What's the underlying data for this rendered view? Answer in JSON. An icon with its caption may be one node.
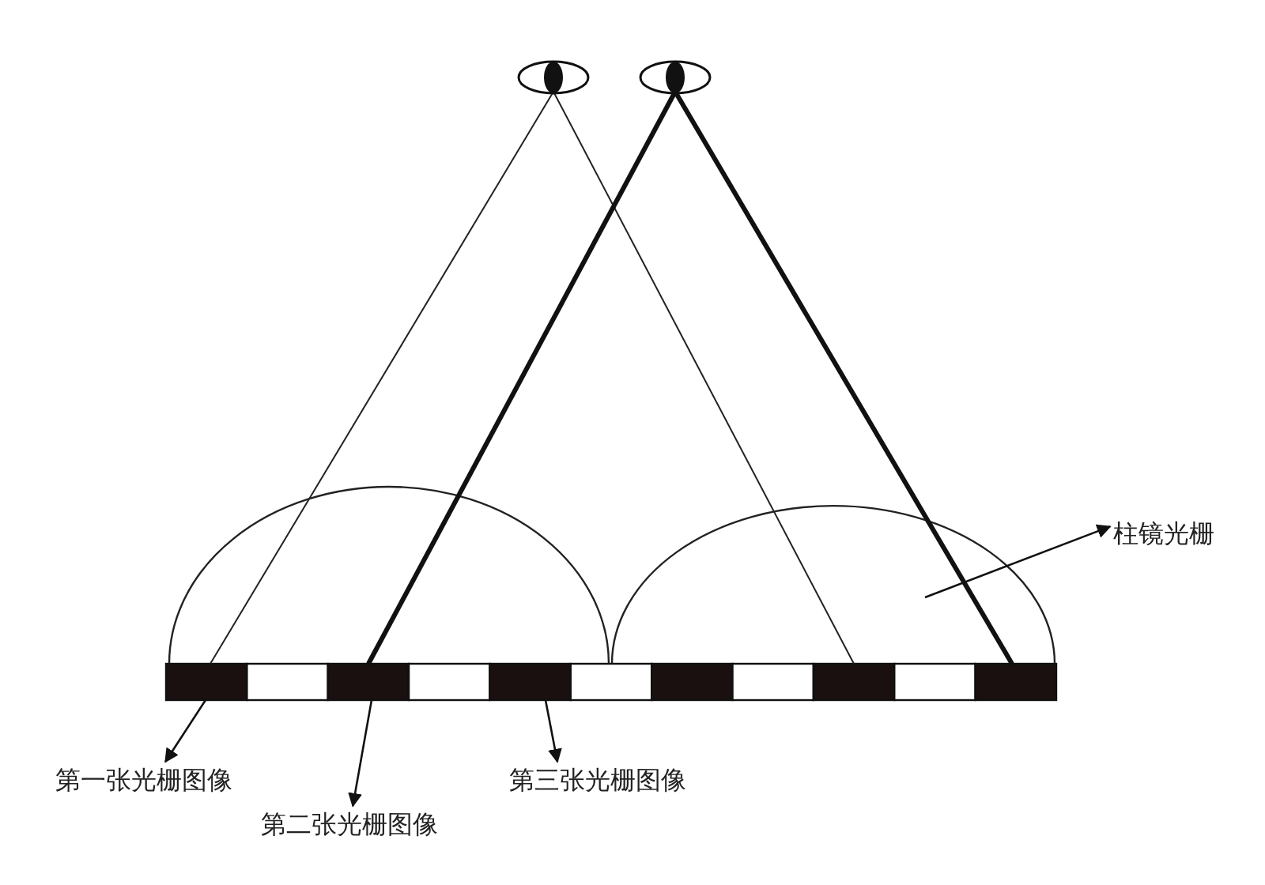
{
  "diagram": {
    "nodes": [
      {
        "text": [
          "柱镜光栅"
        ]
      },
      {
        "text": [
          "第一张光栅图像"
        ]
      },
      {
        "text": [
          "第二张光栅图像"
        ]
      },
      {
        "text": [
          "第三张光栅图像"
        ]
      }
    ],
    "edges": [
      {
        "from": null,
        "to": 0,
        "arrow": "to"
      },
      {
        "from": null,
        "to": 1,
        "arrow": "to"
      },
      {
        "from": null,
        "to": 2,
        "arrow": "to"
      },
      {
        "from": null,
        "to": 3,
        "arrow": "to"
      }
    ]
  }
}
